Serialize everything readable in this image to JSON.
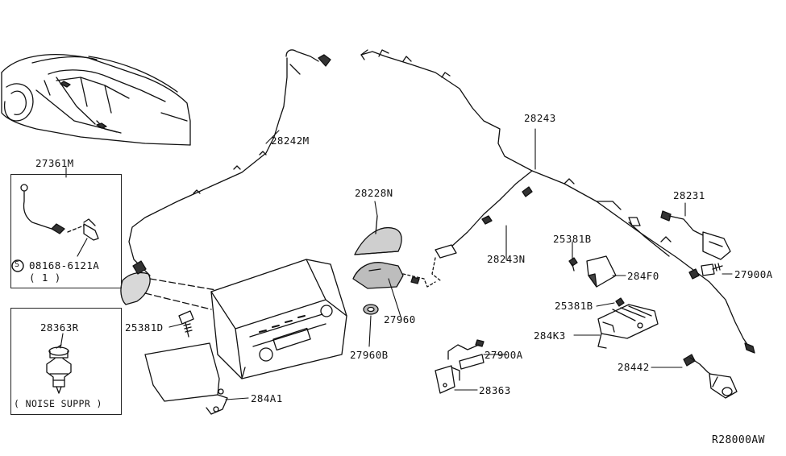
{
  "diagram_id": "R28000AW",
  "parts": {
    "p27361M": "27361M",
    "p08168": "08168-6121A",
    "p08168_qty": "( 1 )",
    "p08168_symbol": "S",
    "p28363R": "28363R",
    "noise_suppr": "( NOISE SUPPR )",
    "p25381D": "25381D",
    "p284A1": "284A1",
    "p28242M": "28242M",
    "p28228N": "28228N",
    "p27960": "27960",
    "p27960B": "27960B",
    "p28243N": "28243N",
    "p28243": "28243",
    "p28231": "28231",
    "p25381B_top": "25381B",
    "p284F0": "284F0",
    "p27900A_right": "27900A",
    "p25381B_mid": "25381B",
    "p284K3": "284K3",
    "p27900A_bottom": "27900A",
    "p28363": "28363",
    "p28442": "28442"
  },
  "colors": {
    "ink": "#111111",
    "part_fill": "#ffffff",
    "shade": "#555555"
  }
}
